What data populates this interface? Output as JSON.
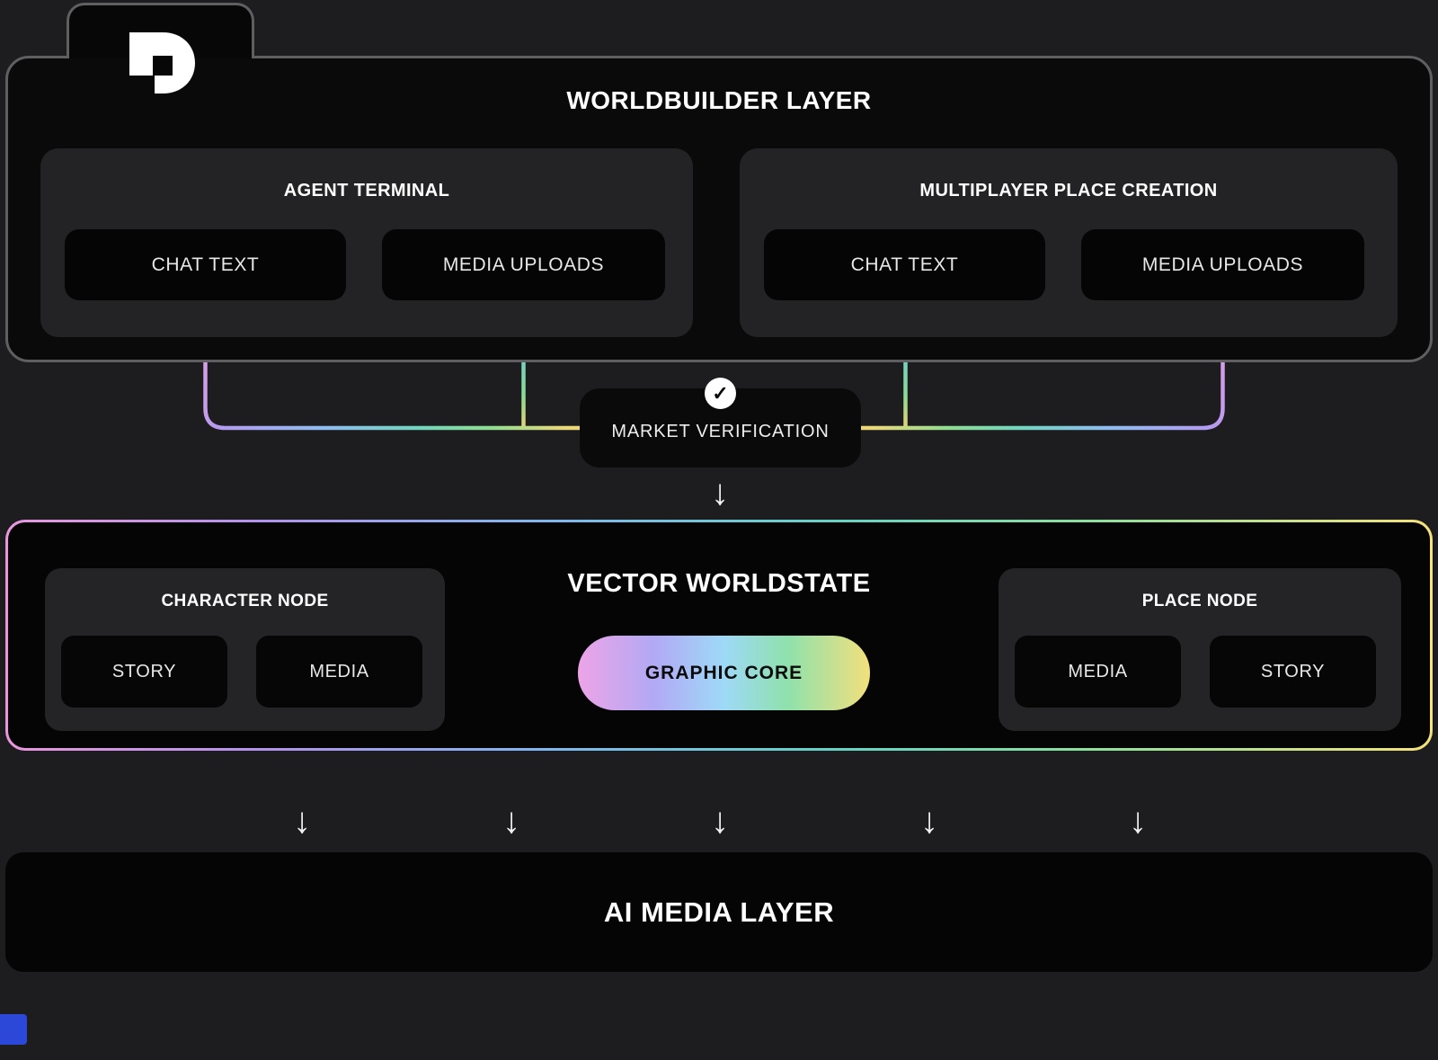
{
  "worldbuilder": {
    "title": "WORLDBUILDER LAYER",
    "panels": [
      {
        "title": "AGENT TERMINAL",
        "items": [
          "CHAT TEXT",
          "MEDIA UPLOADS"
        ]
      },
      {
        "title": "MULTIPLAYER PLACE CREATION",
        "items": [
          "CHAT TEXT",
          "MEDIA UPLOADS"
        ]
      }
    ]
  },
  "market_verification": {
    "label": "MARKET VERIFICATION",
    "check_glyph": "✓"
  },
  "glyphs": {
    "down_arrow": "↓"
  },
  "worldstate": {
    "title": "VECTOR WORLDSTATE",
    "character_node": {
      "title": "CHARACTER NODE",
      "items": [
        "STORY",
        "MEDIA"
      ]
    },
    "graphic_core": {
      "label": "GRAPHIC CORE"
    },
    "place_node": {
      "title": "PLACE NODE",
      "items": [
        "MEDIA",
        "STORY"
      ]
    }
  },
  "ai_media_layer": {
    "title": "AI MEDIA LAYER"
  },
  "colors": {
    "page_bg": "#1d1d1f",
    "box_bg": "#0a0a0b",
    "panel_bg": "#232325",
    "chip_bg": "#050506",
    "border_gray": "#5f5f61",
    "wire_gradient": [
      "#e79fe2",
      "#b49af0",
      "#8fbcf0",
      "#72d3c0",
      "#8edd92",
      "#ecd87a"
    ],
    "core_gradient": [
      "#eda4e6",
      "#b2a9f5",
      "#9ed9f7",
      "#8fe1ac",
      "#f2e07c"
    ],
    "accent_blue_bar": "#2b48d8"
  }
}
